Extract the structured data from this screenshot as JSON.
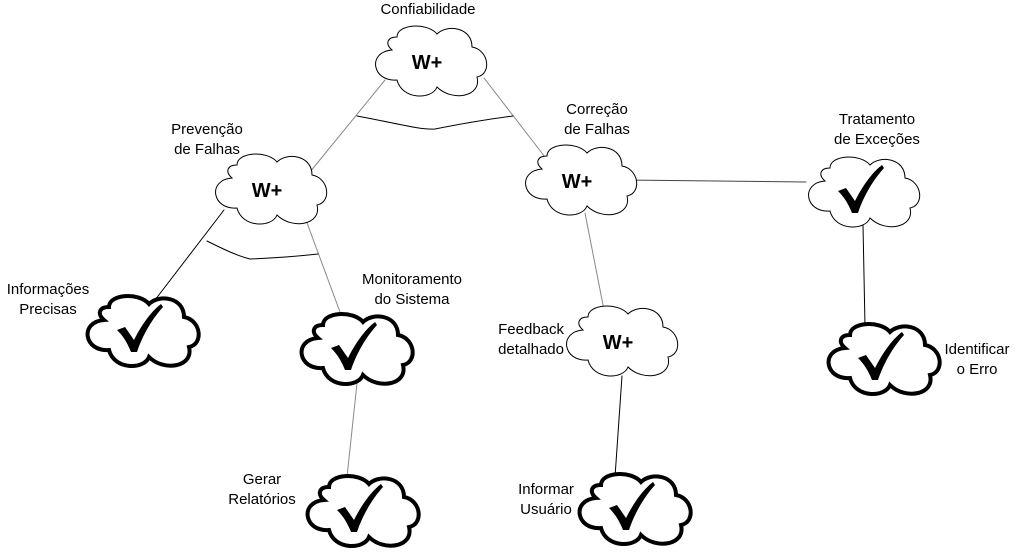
{
  "nodes": {
    "confiabilidade": {
      "line1": "Confiabilidade",
      "badge": "W+"
    },
    "prevencao": {
      "line1": "Prevenção",
      "line2": "de Falhas",
      "badge": "W+"
    },
    "correcao": {
      "line1": "Correção",
      "line2": "de Falhas",
      "badge": "W+"
    },
    "tratamento": {
      "line1": "Tratamento",
      "line2": "de Exceções",
      "status": "satisfied"
    },
    "informacoes": {
      "line1": "Informações",
      "line2": "Precisas",
      "status": "satisfied"
    },
    "monitoramento": {
      "line1": "Monitoramento",
      "line2": "do Sistema",
      "status": "satisfied"
    },
    "feedback": {
      "line1": "Feedback",
      "line2": "detalhado",
      "badge": "W+"
    },
    "identificar": {
      "line1": "Identificar",
      "line2": "o Erro",
      "status": "satisfied"
    },
    "relatorios": {
      "line1": "Gerar",
      "line2": "Relatórios",
      "status": "satisfied"
    },
    "informar": {
      "line1": "Informar",
      "line2": "Usuário",
      "status": "satisfied"
    }
  },
  "links": [
    {
      "from": "Confiabilidade",
      "to": "Prevenção de Falhas",
      "type": "AND"
    },
    {
      "from": "Confiabilidade",
      "to": "Correção de Falhas",
      "type": "AND"
    },
    {
      "from": "Prevenção de Falhas",
      "to": "Informações Precisas",
      "type": "AND"
    },
    {
      "from": "Prevenção de Falhas",
      "to": "Monitoramento do Sistema",
      "type": "AND"
    },
    {
      "from": "Monitoramento do Sistema",
      "to": "Gerar Relatórios",
      "type": "decomposition"
    },
    {
      "from": "Correção de Falhas",
      "to": "Tratamento de Exceções",
      "type": "decomposition"
    },
    {
      "from": "Correção de Falhas",
      "to": "Feedback detalhado",
      "type": "decomposition"
    },
    {
      "from": "Tratamento de Exceções",
      "to": "Identificar o Erro",
      "type": "decomposition"
    },
    {
      "from": "Feedback detalhado",
      "to": "Informar Usuário",
      "type": "decomposition"
    }
  ]
}
